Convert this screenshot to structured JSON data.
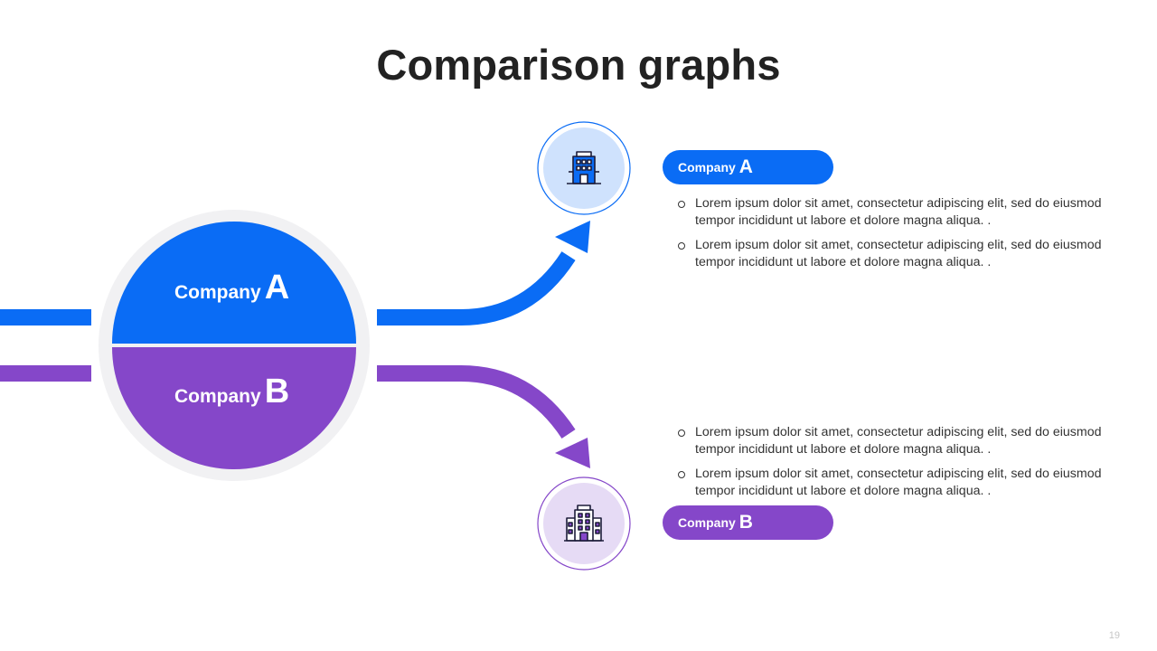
{
  "title": "Comparison graphs",
  "colors": {
    "company_a": "#0a6cf5",
    "company_b": "#8547c9",
    "ring": "#f1f1f3"
  },
  "center": {
    "a": {
      "word": "Company",
      "letter": "A"
    },
    "b": {
      "word": "Company",
      "letter": "B"
    }
  },
  "company_a": {
    "icon": "building-icon",
    "pill": {
      "word": "Company",
      "letter": "A"
    },
    "bullets": [
      "Lorem ipsum dolor sit amet, consectetur adipiscing elit, sed do eiusmod tempor incididunt ut labore et dolore magna aliqua. .",
      "Lorem ipsum dolor sit amet, consectetur adipiscing elit, sed do eiusmod tempor incididunt ut labore et dolore magna aliqua. ."
    ]
  },
  "company_b": {
    "icon": "office-building-icon",
    "pill": {
      "word": "Company",
      "letter": "B"
    },
    "bullets": [
      "Lorem ipsum dolor sit amet, consectetur adipiscing elit, sed do eiusmod tempor incididunt ut labore et dolore magna aliqua. .",
      "Lorem ipsum dolor sit amet, consectetur adipiscing elit, sed do eiusmod tempor incididunt ut labore et dolore magna aliqua. ."
    ]
  },
  "page_number": "19"
}
